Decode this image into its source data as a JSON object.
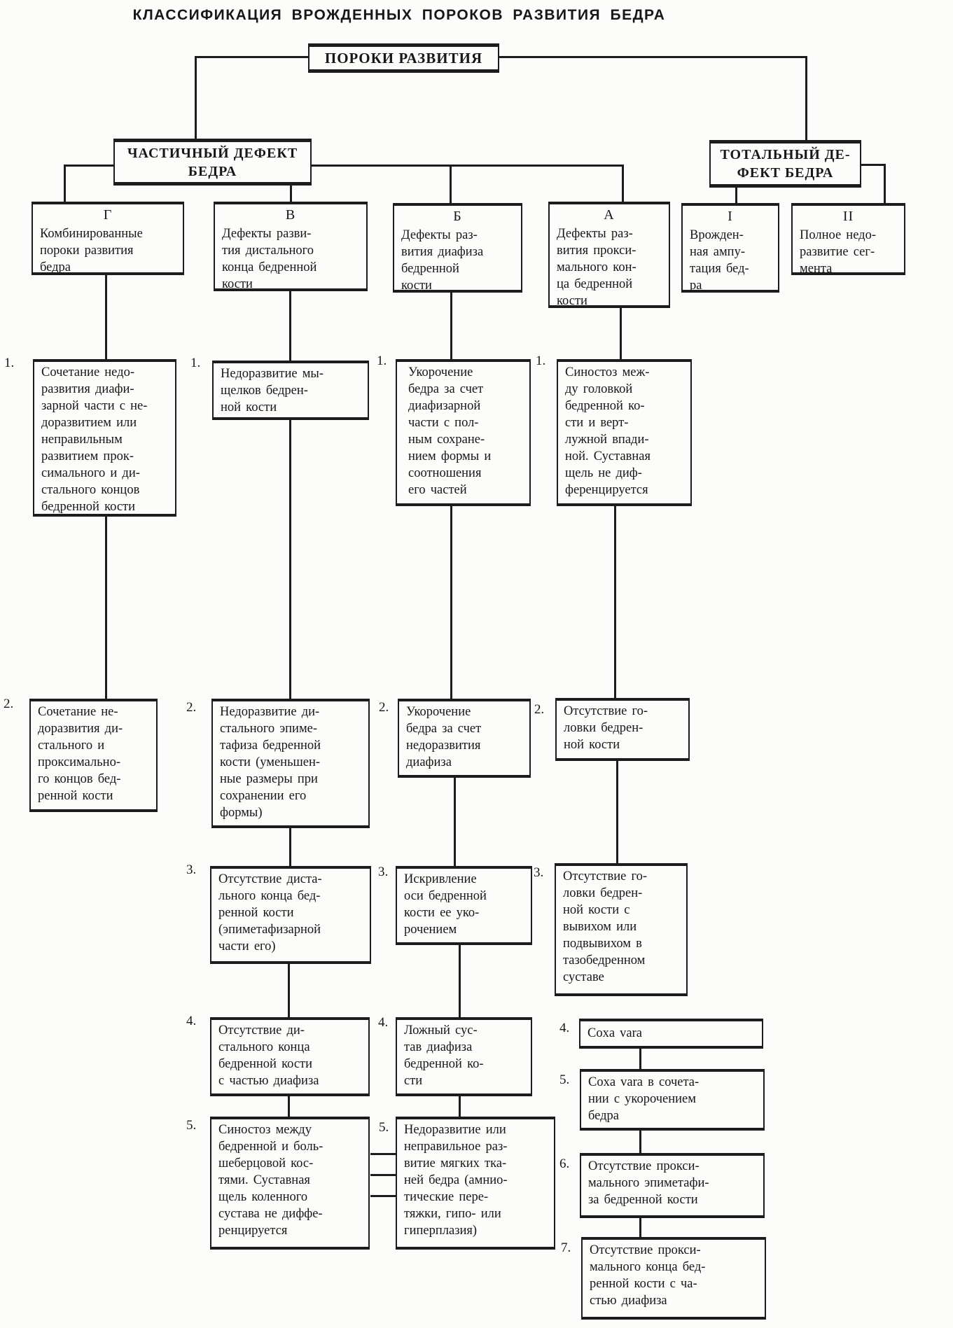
{
  "title": "КЛАССИФИКАЦИЯ ВРОЖДЕННЫХ ПОРОКОВ РАЗВИТИЯ БЕДРА",
  "root": {
    "label": "ПОРОКИ РАЗВИТИЯ"
  },
  "partial": {
    "label": "ЧАСТИЧНЫЙ ДЕФЕКТ\nБЕДРА"
  },
  "total": {
    "label": "ТОТАЛЬНЫЙ ДЕ-\nФЕКТ БЕДРА"
  },
  "g": {
    "letter": "Г",
    "header": "Комбинированные\nпороки развития\nбедра",
    "items": [
      {
        "num": "1.",
        "text": "Сочетание недо-\nразвития диафи-\nзарной части с не-\nдоразвитием или\nнеправильным\nразвитием прок-\nсимального и ди-\nстального концов\nбедренной кости"
      },
      {
        "num": "2.",
        "text": "Сочетание не-\nдоразвития ди-\nстального и\nпроксимально-\nго концов бед-\nренной кости"
      }
    ]
  },
  "v": {
    "letter": "В",
    "header": "Дефекты разви-\nтия дистального\nконца бедренной\nкости",
    "items": [
      {
        "num": "1.",
        "text": "Недоразвитие мы-\nщелков бедрен-\nной кости"
      },
      {
        "num": "2.",
        "text": "Недоразвитие ди-\nстального эпиме-\nтафиза бедренной\nкости (уменьшен-\nные размеры при\nсохранении его\nформы)"
      },
      {
        "num": "3.",
        "text": "Отсутствие диста-\nльного конца бед-\nренной кости\n(эпиметафизарной\nчасти его)"
      },
      {
        "num": "4.",
        "text": "Отсутствие ди-\nстального конца\nбедренной кости\nс частью диафиза"
      },
      {
        "num": "5.",
        "text": "Синостоз между\nбедренной и боль-\nшеберцовой кос-\nтями. Суставная\nщель коленного\nсустава не диффе-\nренцируется"
      }
    ]
  },
  "b": {
    "letter": "Б",
    "header": "Дефекты раз-\nвития диафиза\nбедренной\nкости",
    "items": [
      {
        "num": "1.",
        "text": "Укорочение\nбедра за счет\nдиафизарной\nчасти с пол-\nным сохране-\nнием формы и\nсоотношения\nего частей"
      },
      {
        "num": "2.",
        "text": "Укорочение\nбедра за счет\nнедоразвития\nдиафиза"
      },
      {
        "num": "3.",
        "text": "Искривление\nоси бедренной\nкости ее уко-\nрочением"
      },
      {
        "num": "4.",
        "text": "Ложный сус-\nтав диафиза\nбедренной ко-\nсти"
      },
      {
        "num": "5.",
        "text": "Недоразвитие или\nнеправильное раз-\nвитие мягких тка-\nней бедра (амнио-\nтические пере-\nтяжки, гипо- или\nгиперплазия)"
      }
    ]
  },
  "a": {
    "letter": "А",
    "header": "Дефекты раз-\nвития прокси-\nмального кон-\nца бедренной\nкости",
    "items": [
      {
        "num": "1.",
        "text": "Синостоз меж-\nду головкой\nбедренной ко-\nсти и верт-\nлужной впади-\nной. Суставная\nщель не диф-\nференцируется"
      },
      {
        "num": "2.",
        "text": "Отсутствие го-\nловки бедрен-\nной кости"
      },
      {
        "num": "3.",
        "text": "Отсутствие го-\nловки бедрен-\nной кости с\nвывихом или\nподвывихом в\nтазобедренном\nсуставе"
      },
      {
        "num": "4.",
        "text": "Coxa vara"
      },
      {
        "num": "5.",
        "text": "Coxa vara в сочета-\nнии с укорочением\nбедра"
      },
      {
        "num": "6.",
        "text": "Отсутствие прокси-\nмального эпиметафи-\nза бедренной кости"
      },
      {
        "num": "7.",
        "text": "Отсутствие прокси-\nмального конца бед-\nренной кости с ча-\nстью диафиза"
      }
    ]
  },
  "i": {
    "letter": "I",
    "header": "Врожден-\nная ампу-\nтация бед-\nра"
  },
  "ii": {
    "letter": "II",
    "header": "Полное недо-\nразвитие сег-\nмента"
  }
}
